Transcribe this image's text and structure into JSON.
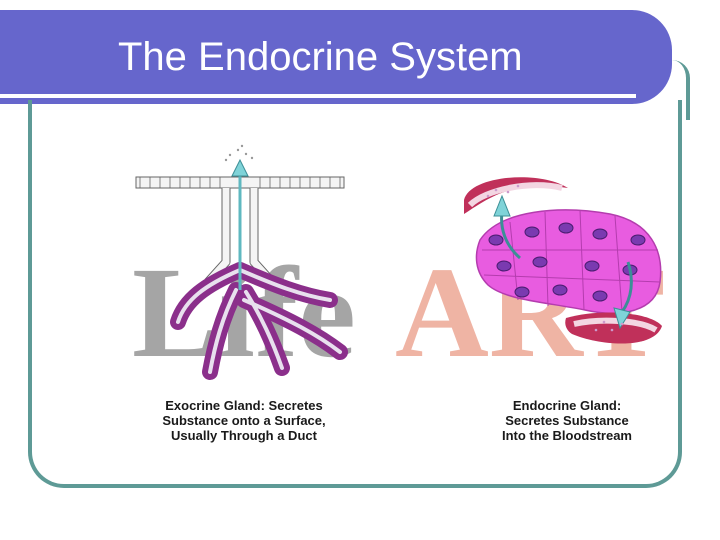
{
  "slide": {
    "title": "The Endocrine System"
  },
  "figure": {
    "watermark_lettering": "LifeART",
    "exocrine": {
      "caption": "Exocrine Gland: Secretes\nSubstance onto a Surface,\nUsually Through a Duct"
    },
    "endocrine": {
      "caption": "Endocrine Gland:\nSecretes Substance\nInto the Bloodstream"
    }
  },
  "colors": {
    "title_banner": "#6666cc",
    "frame_border": "#5e9a96",
    "gland_tissue": "#8b2f8b",
    "cell_magenta": "#e85ce0",
    "vessel_red": "#c0305a",
    "arrow_cyan": "#7fd3d8",
    "watermark_gray": "#8a8a8a",
    "watermark_salmon": "#e8907a"
  }
}
